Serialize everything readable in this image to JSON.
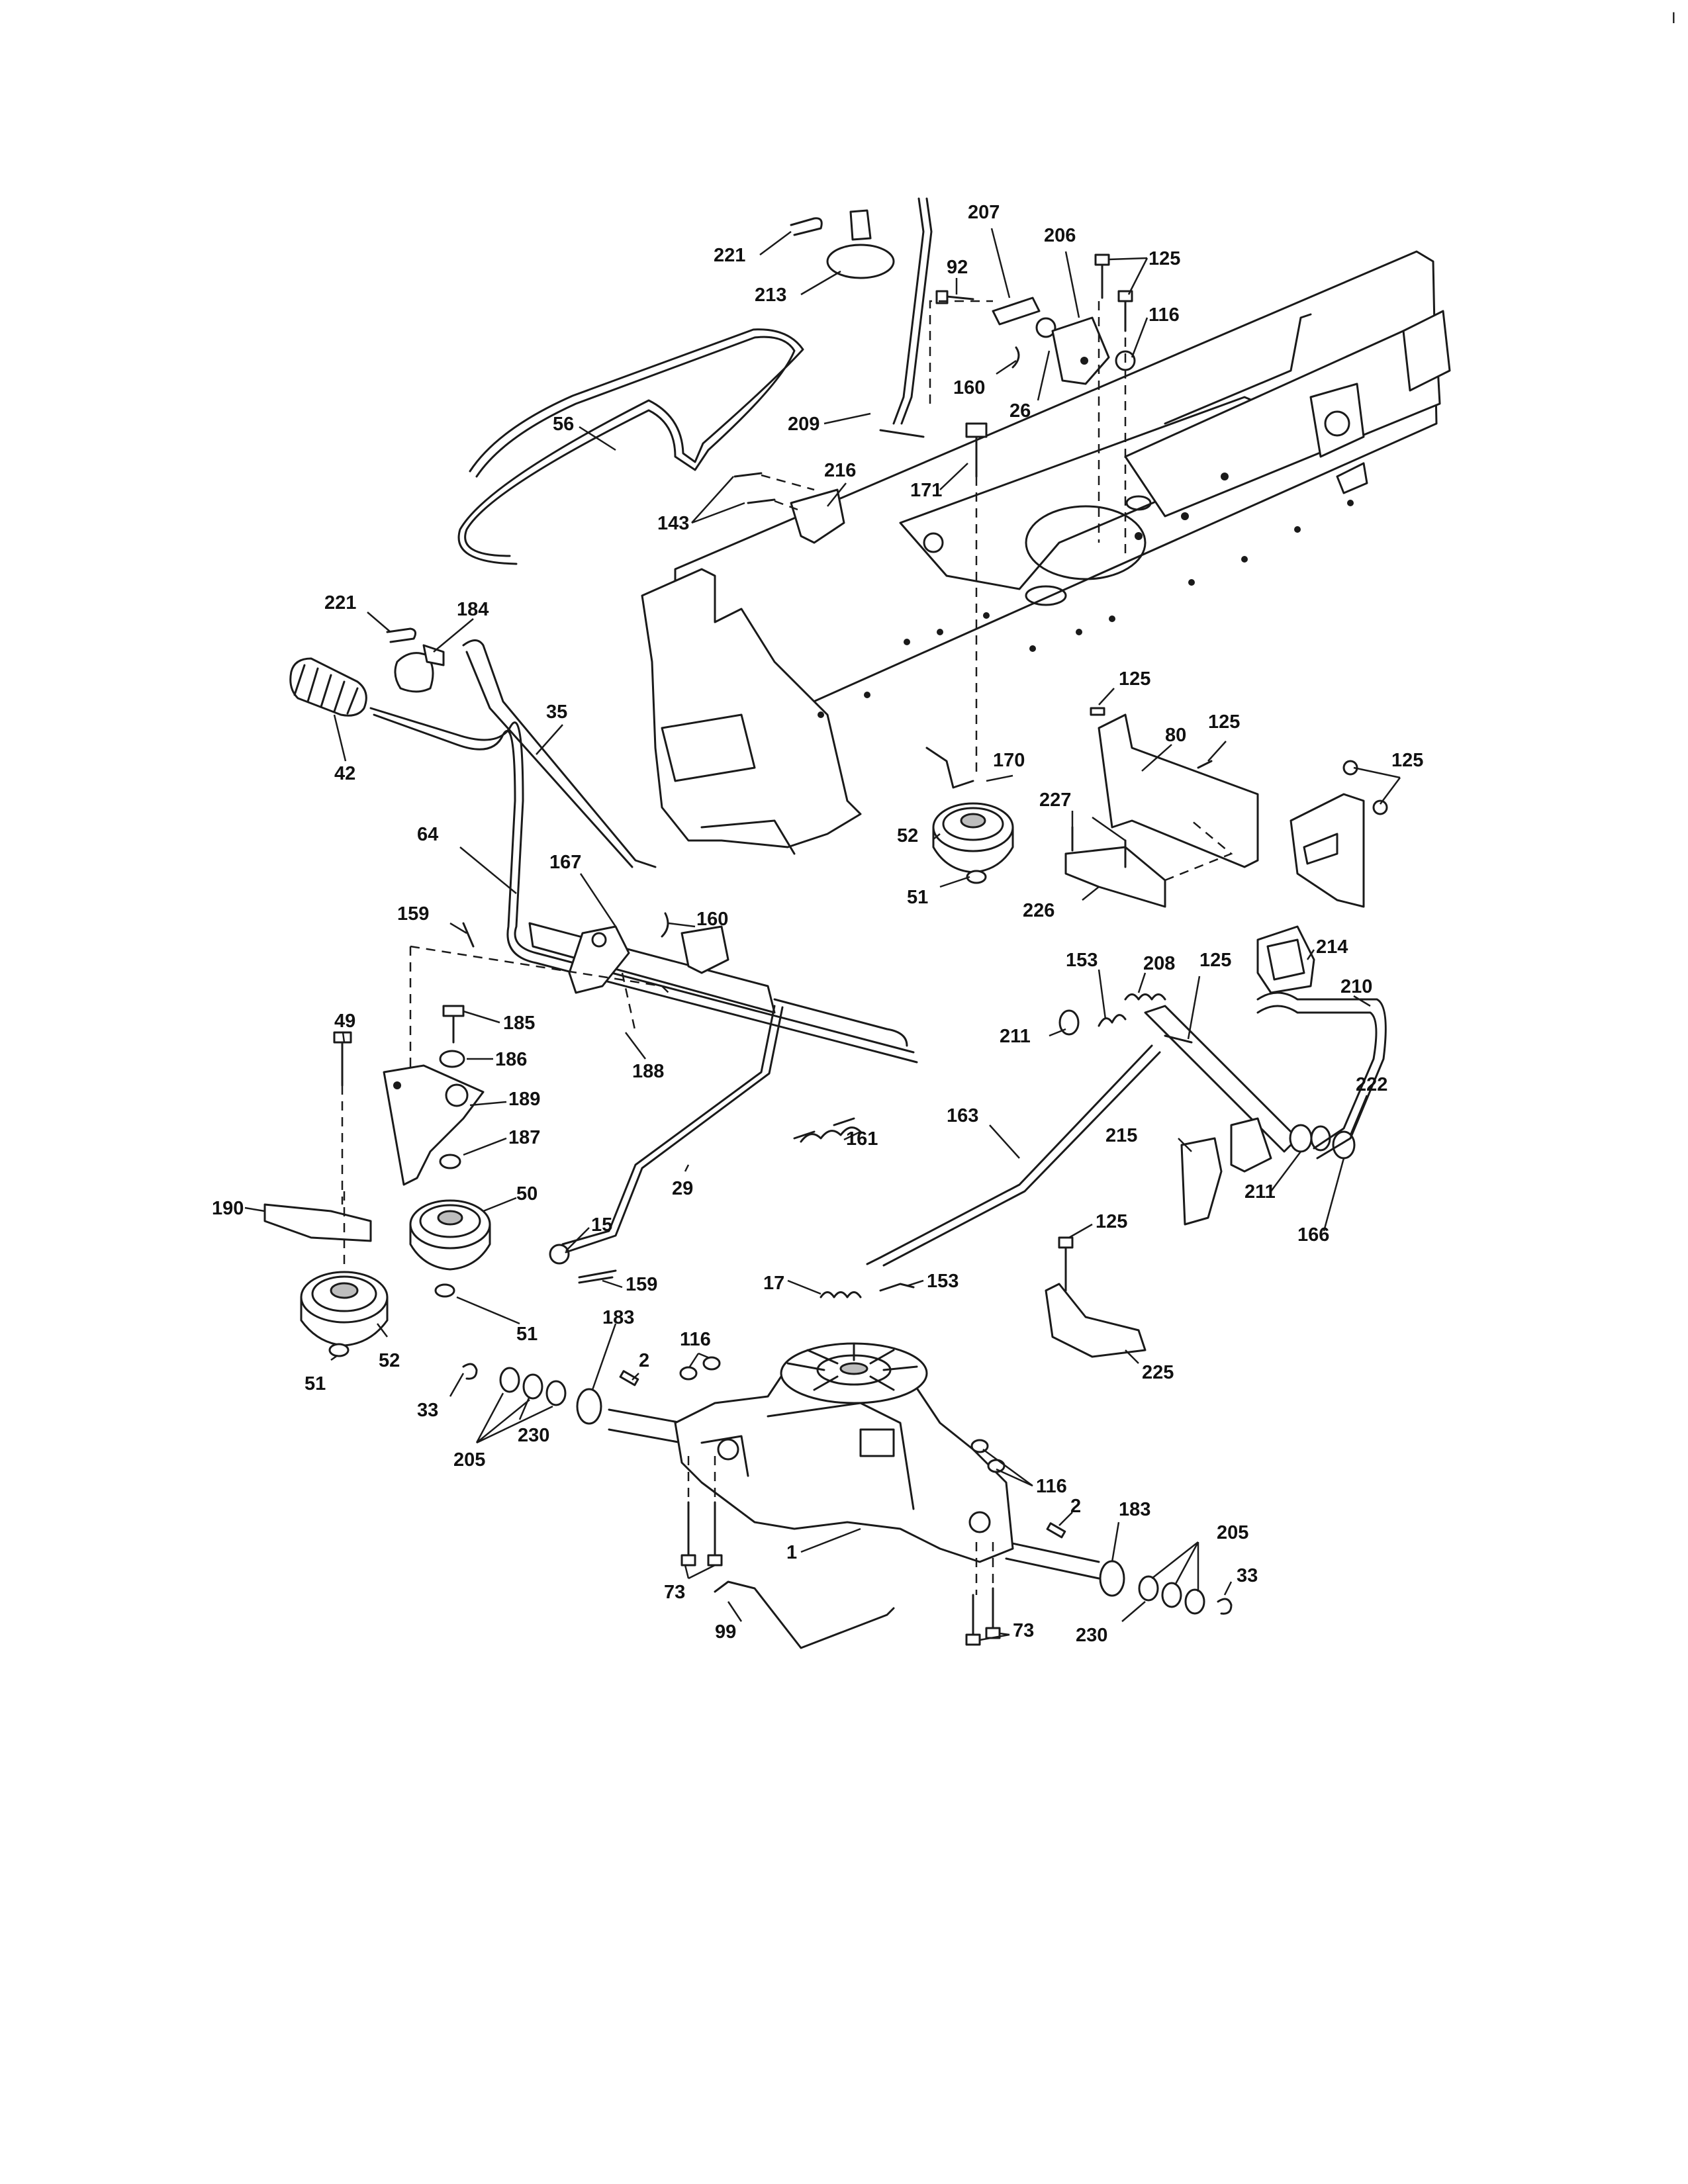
{
  "page": {
    "corner_mark": "I"
  },
  "callouts": [
    {
      "id": "c221a",
      "label": "221"
    },
    {
      "id": "c213",
      "label": "213"
    },
    {
      "id": "c207",
      "label": "207"
    },
    {
      "id": "c206",
      "label": "206"
    },
    {
      "id": "c125a",
      "label": "125"
    },
    {
      "id": "c92",
      "label": "92"
    },
    {
      "id": "c116a",
      "label": "116"
    },
    {
      "id": "c160a",
      "label": "160"
    },
    {
      "id": "c26",
      "label": "26"
    },
    {
      "id": "c209",
      "label": "209"
    },
    {
      "id": "c56",
      "label": "56"
    },
    {
      "id": "c216",
      "label": "216"
    },
    {
      "id": "c171",
      "label": "171"
    },
    {
      "id": "c143",
      "label": "143"
    },
    {
      "id": "c221b",
      "label": "221"
    },
    {
      "id": "c184",
      "label": "184"
    },
    {
      "id": "c35",
      "label": "35"
    },
    {
      "id": "c42",
      "label": "42"
    },
    {
      "id": "c125b",
      "label": "125"
    },
    {
      "id": "c125c",
      "label": "125"
    },
    {
      "id": "c80",
      "label": "80"
    },
    {
      "id": "c125d",
      "label": "125"
    },
    {
      "id": "c170",
      "label": "170"
    },
    {
      "id": "c227",
      "label": "227"
    },
    {
      "id": "c52a",
      "label": "52"
    },
    {
      "id": "c64",
      "label": "64"
    },
    {
      "id": "c167",
      "label": "167"
    },
    {
      "id": "c160b",
      "label": "160"
    },
    {
      "id": "c51a",
      "label": "51"
    },
    {
      "id": "c226",
      "label": "226"
    },
    {
      "id": "c159a",
      "label": "159"
    },
    {
      "id": "c214",
      "label": "214"
    },
    {
      "id": "c153a",
      "label": "153"
    },
    {
      "id": "c208",
      "label": "208"
    },
    {
      "id": "c125e",
      "label": "125"
    },
    {
      "id": "c210",
      "label": "210"
    },
    {
      "id": "c49",
      "label": "49"
    },
    {
      "id": "c185",
      "label": "185"
    },
    {
      "id": "c211a",
      "label": "211"
    },
    {
      "id": "c186",
      "label": "186"
    },
    {
      "id": "c188",
      "label": "188"
    },
    {
      "id": "c189",
      "label": "189"
    },
    {
      "id": "c163",
      "label": "163"
    },
    {
      "id": "c222",
      "label": "222"
    },
    {
      "id": "c187",
      "label": "187"
    },
    {
      "id": "c161",
      "label": "161"
    },
    {
      "id": "c215",
      "label": "215"
    },
    {
      "id": "c29",
      "label": "29"
    },
    {
      "id": "c50",
      "label": "50"
    },
    {
      "id": "c211b",
      "label": "211"
    },
    {
      "id": "c166",
      "label": "166"
    },
    {
      "id": "c190",
      "label": "190"
    },
    {
      "id": "c15",
      "label": "15"
    },
    {
      "id": "c125f",
      "label": "125"
    },
    {
      "id": "c159b",
      "label": "159"
    },
    {
      "id": "c17",
      "label": "17"
    },
    {
      "id": "c153b",
      "label": "153"
    },
    {
      "id": "c51b",
      "label": "51"
    },
    {
      "id": "c52b",
      "label": "52"
    },
    {
      "id": "c183a",
      "label": "183"
    },
    {
      "id": "c116b",
      "label": "116"
    },
    {
      "id": "c225",
      "label": "225"
    },
    {
      "id": "c2a",
      "label": "2"
    },
    {
      "id": "c51c",
      "label": "51"
    },
    {
      "id": "c33a",
      "label": "33"
    },
    {
      "id": "c230a",
      "label": "230"
    },
    {
      "id": "c205a",
      "label": "205"
    },
    {
      "id": "c116c",
      "label": "116"
    },
    {
      "id": "c2b",
      "label": "2"
    },
    {
      "id": "c183b",
      "label": "183"
    },
    {
      "id": "c205b",
      "label": "205"
    },
    {
      "id": "c1",
      "label": "1"
    },
    {
      "id": "c33b",
      "label": "33"
    },
    {
      "id": "c73a",
      "label": "73"
    },
    {
      "id": "c99",
      "label": "99"
    },
    {
      "id": "c230b",
      "label": "230"
    },
    {
      "id": "c73b",
      "label": "73"
    }
  ]
}
